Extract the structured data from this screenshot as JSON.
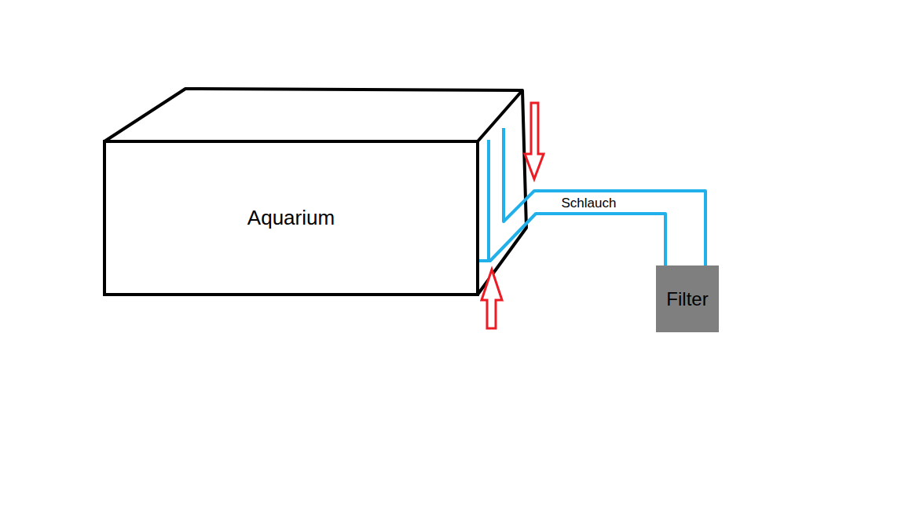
{
  "diagram": {
    "nodes": [
      {
        "text": [
          "Aquarium"
        ]
      },
      {
        "text": [
          "Filter"
        ]
      }
    ],
    "edges": [
      {
        "from": 0,
        "to": 1,
        "arrow": "none",
        "label": "Schlauch"
      }
    ]
  }
}
